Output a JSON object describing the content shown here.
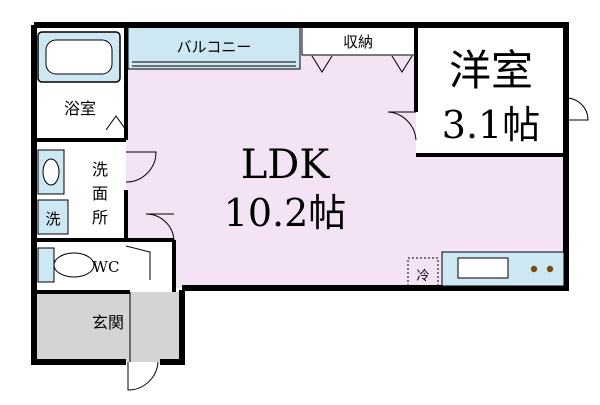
{
  "floorplan": {
    "rooms": {
      "ldk": {
        "name": "LDK",
        "size": "10.2帖"
      },
      "western": {
        "name": "洋室",
        "size": "3.1帖"
      },
      "balcony": "バルコニー",
      "storage": "収納",
      "bath": "浴室",
      "washroom_chars": [
        "洗",
        "面",
        "所"
      ],
      "washer": "洗",
      "wc": "WC",
      "entrance": "玄関",
      "fridge": "冷"
    }
  },
  "colors": {
    "ldk_fill": "#f3e3f5",
    "fixture_fill": "#cde8f2",
    "entrance_fill": "#d4d4d4",
    "wall": "#000000",
    "burner": "#7a4a10"
  }
}
